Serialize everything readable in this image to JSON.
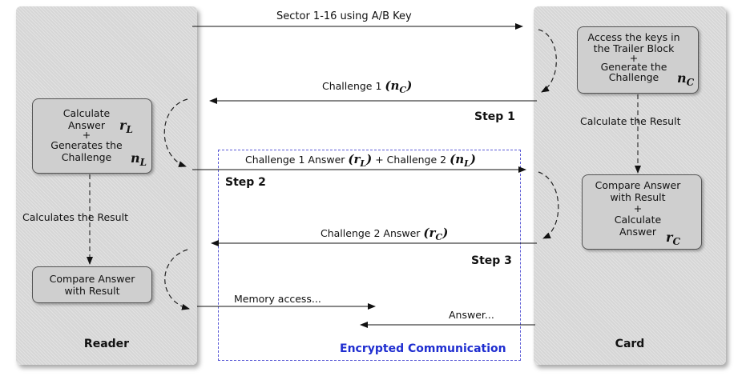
{
  "reader": {
    "title": "Reader",
    "box1_lines": [
      "Calculate",
      "Answer",
      "+",
      "Generates the",
      "Challenge"
    ],
    "box1_var1": "r",
    "box1_var1_sub": "L",
    "box1_var2": "n",
    "box1_var2_sub": "L",
    "calc_label": "Calculates the Result",
    "box2_lines": [
      "Compare Answer",
      "with Result"
    ]
  },
  "card": {
    "title": "Card",
    "box1_lines": [
      "Access the keys in",
      "the Trailer Block",
      "+",
      "Generate the",
      "Challenge"
    ],
    "box1_var": "n",
    "box1_var_sub": "C",
    "calc_label": "Calculate the Result",
    "box2_lines": [
      "Compare Answer",
      "with Result",
      "+",
      "Calculate",
      "Answer"
    ],
    "box2_var": "r",
    "box2_var_sub": "C"
  },
  "messages": {
    "sector": "Sector 1-16 using A/B Key",
    "challenge1": "Challenge 1 ",
    "challenge1_var": "n",
    "challenge1_sub": "C",
    "challenge1_answer": "Challenge 1 Answer ",
    "challenge1_answer_var": "r",
    "challenge1_answer_sub": "L",
    "challenge2_mid": " + Challenge 2 ",
    "challenge2_var": "n",
    "challenge2_sub": "L",
    "challenge2_answer": "Challenge 2 Answer ",
    "challenge2_answer_var": "r",
    "challenge2_answer_sub": "C",
    "memory": "Memory access...",
    "answer": "Answer..."
  },
  "steps": {
    "step1": "Step 1",
    "step2": "Step 2",
    "step3": "Step 3"
  },
  "encrypted_label": "Encrypted Communication",
  "colors": {
    "encrypted_border": "#5a5ad6",
    "encrypted_text": "#1f2ed0"
  }
}
